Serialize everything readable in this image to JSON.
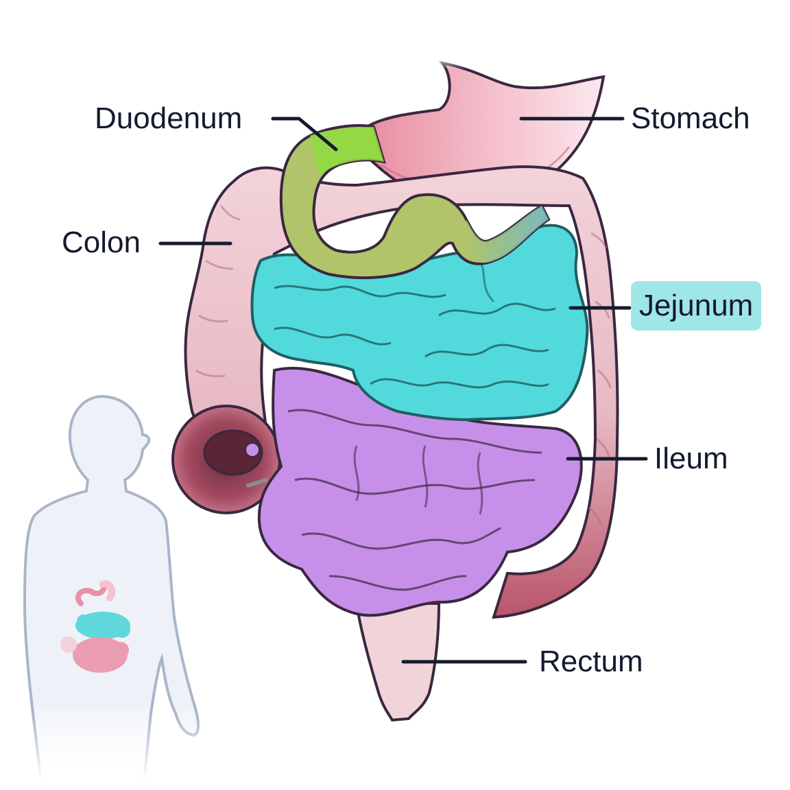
{
  "labels": {
    "duodenum": "Duodenum",
    "stomach": "Stomach",
    "colon": "Colon",
    "jejunum": "Jejunum",
    "ileum": "Ileum",
    "rectum": "Rectum"
  },
  "highlighted": "jejunum",
  "colors": {
    "leader_line": "#141a2e",
    "outline": "#3a2740",
    "duodenum": "#8fdc3e",
    "stomach": "#e88aa0",
    "colon": "#f3d3da",
    "jejunum": "#52d9dc",
    "ileum": "#c690ea",
    "rectum": "#f0d4d9",
    "highlight_bg": "#9fe6e6",
    "body_silhouette": "#eef2f8",
    "body_outline": "#a9b6c8"
  },
  "icons": {
    "inset": "human-body-silhouette-icon"
  }
}
